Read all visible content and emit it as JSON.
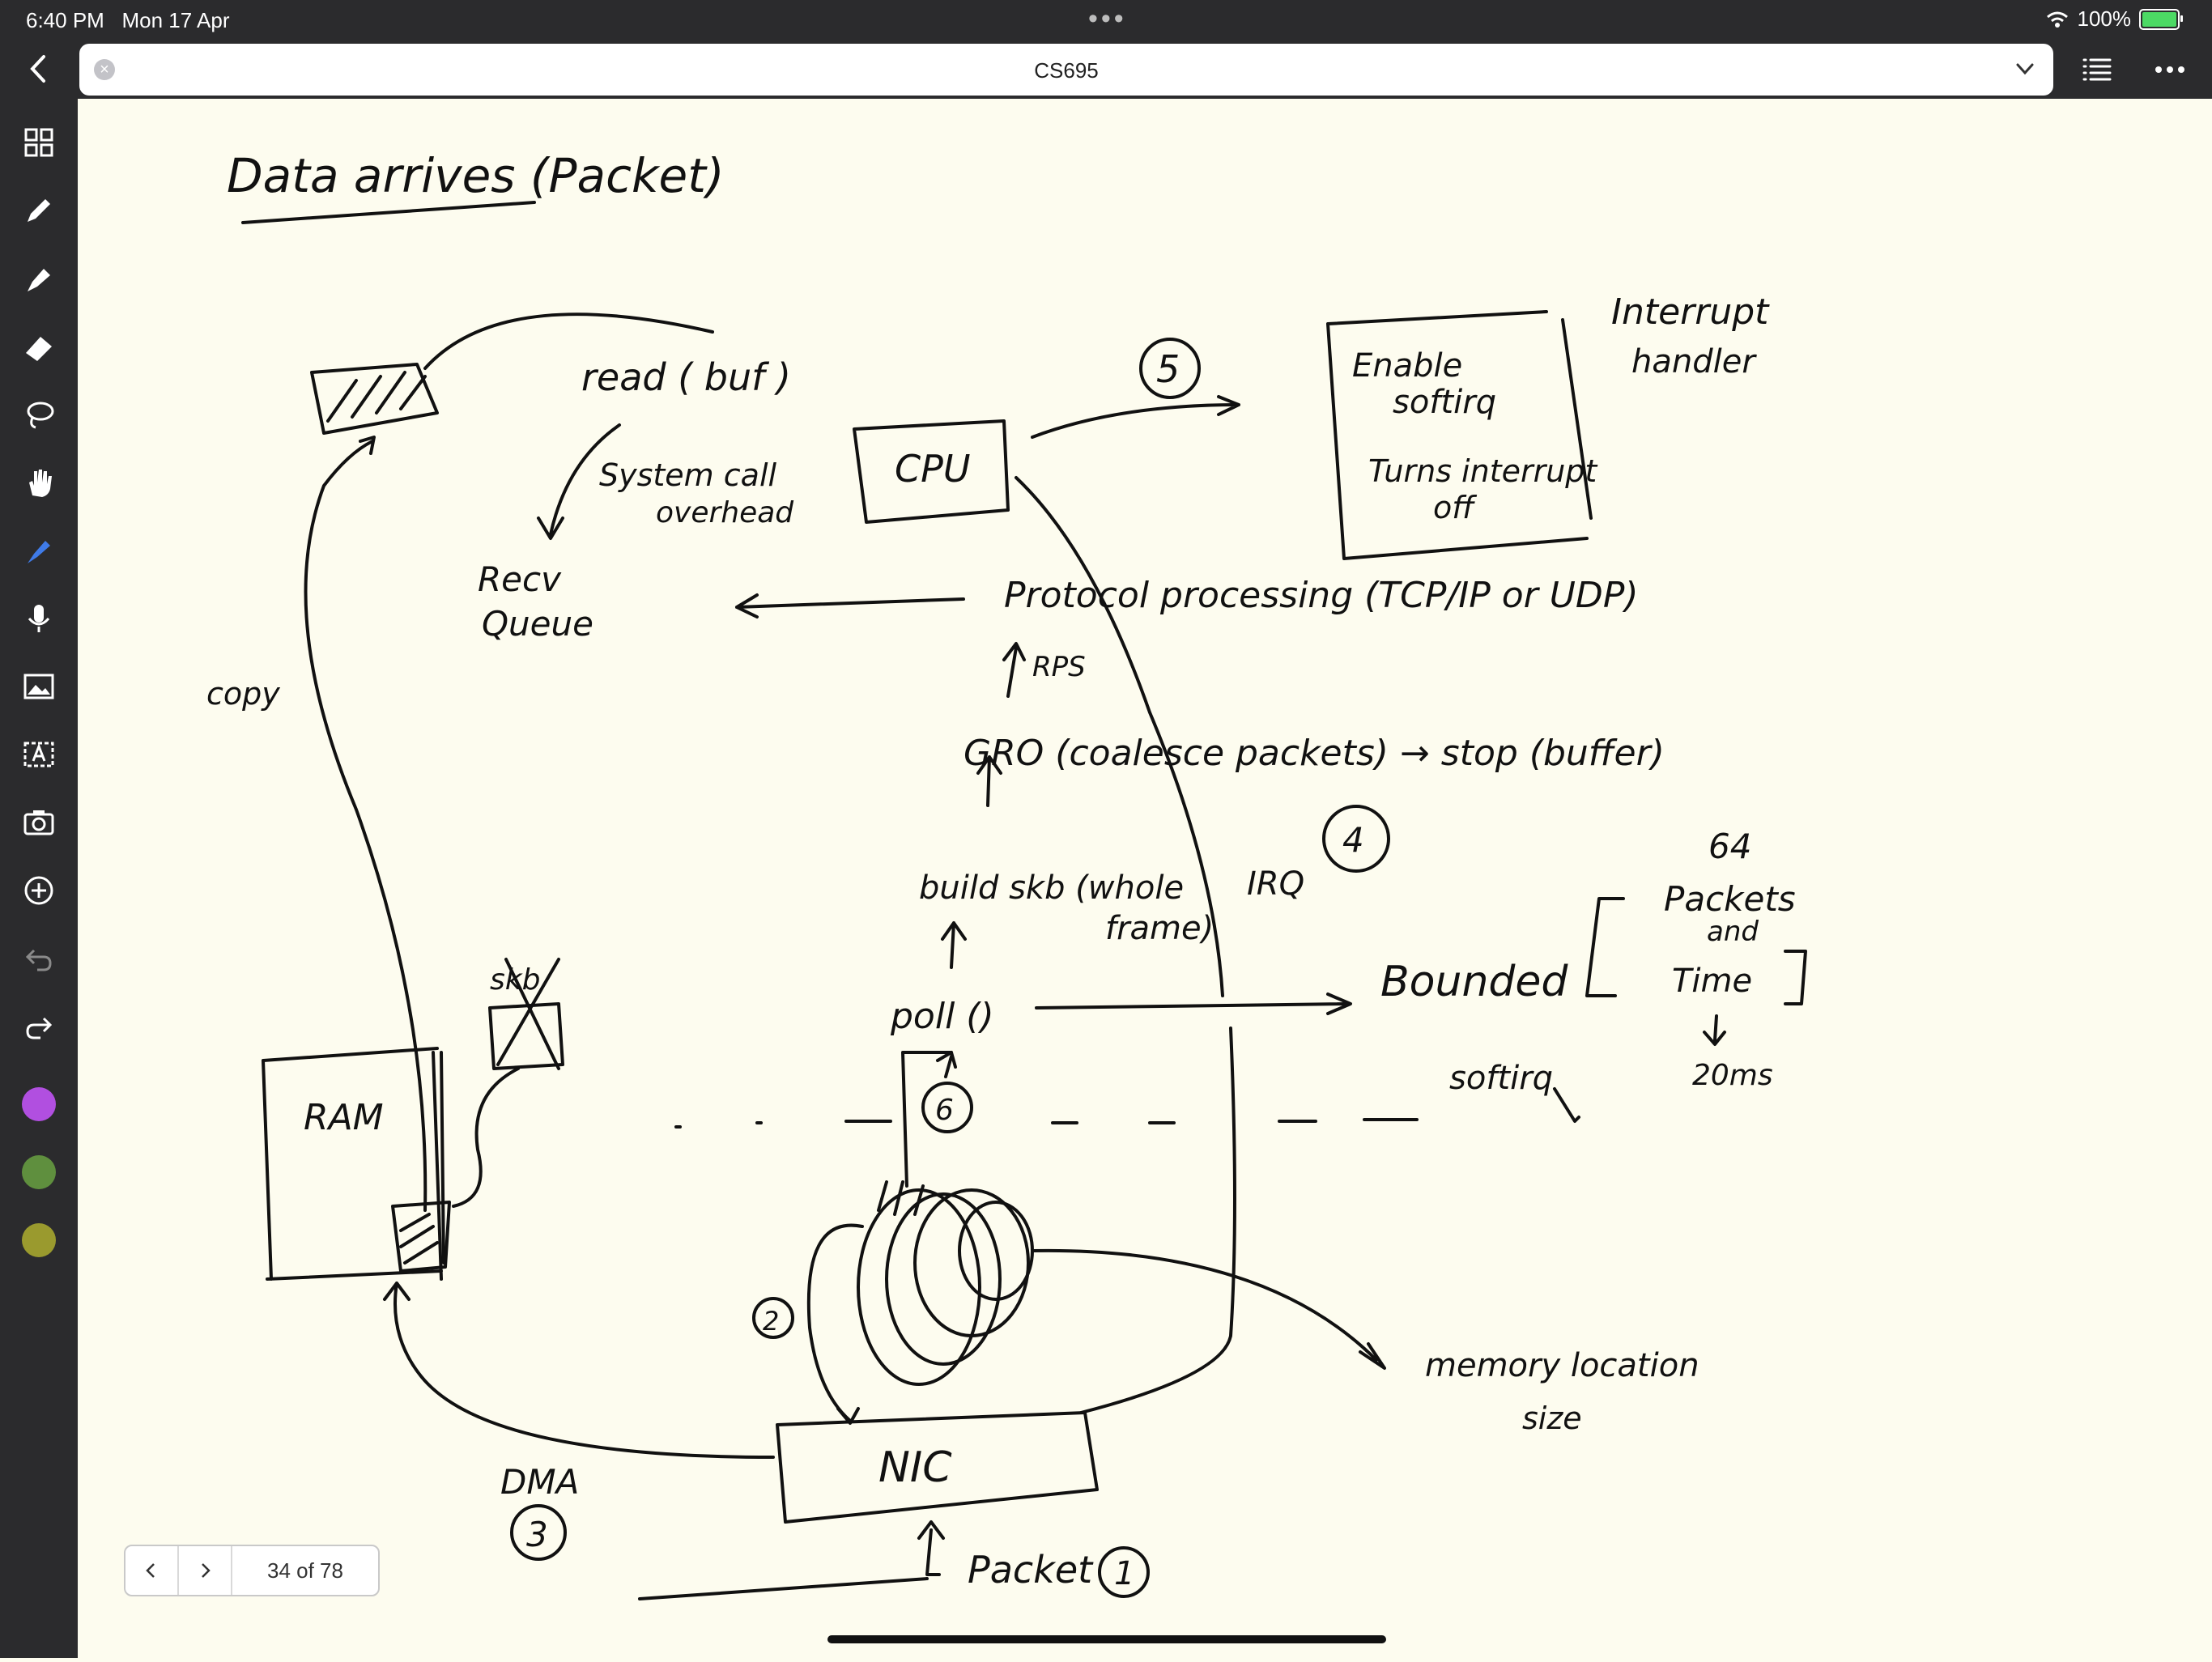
{
  "status_bar": {
    "time": "6:40 PM",
    "date": "Mon 17 Apr",
    "battery": "100%"
  },
  "toolbar": {
    "document_title": "CS695"
  },
  "sidebar": {
    "tools": [
      "grid-icon",
      "pen-icon",
      "highlighter-icon",
      "eraser-icon",
      "lasso-icon",
      "hand-icon",
      "laser-pointer-icon",
      "microphone-icon",
      "image-icon",
      "text-icon",
      "camera-icon",
      "add-icon",
      "undo-icon",
      "redo-icon"
    ],
    "colors": [
      "#b14fe0",
      "#5f8f3e",
      "#9a9a2e"
    ]
  },
  "page_nav": {
    "label": "34 of 78"
  },
  "notes": {
    "title": "Data arrives (Packet)",
    "read_buf": "read ( buf )",
    "syscall": "System call",
    "syscall2": "overhead",
    "cpu": "CPU",
    "step5": "5",
    "enable": "Enable",
    "softirq": "softirq",
    "turns": "Turns interrupt",
    "off": "off",
    "interrupt": "Interrupt",
    "handler": "handler",
    "recv": "Recv",
    "queue": "Queue",
    "protocol": "Protocol processing (TCP/IP or UDP)",
    "rps": "RPS",
    "copy": "copy",
    "gro": "GRO (coalesce packets) → stop (buffer)",
    "step4": "4",
    "build": "build skb (whole",
    "frame": "frame)",
    "irq": "IRQ",
    "n64": "64",
    "packets": "Packets",
    "and": "and",
    "time": "Time",
    "bounded": "Bounded",
    "skb": "skb",
    "poll": "poll ()",
    "step6": "6",
    "softirq2": "softirq",
    "ms": "20ms",
    "ram": "RAM",
    "step2": "2",
    "memory": "memory location",
    "size": "size",
    "nic": "NIC",
    "dma": "DMA",
    "step3": "3",
    "packet": "Packet",
    "step1": "1"
  }
}
